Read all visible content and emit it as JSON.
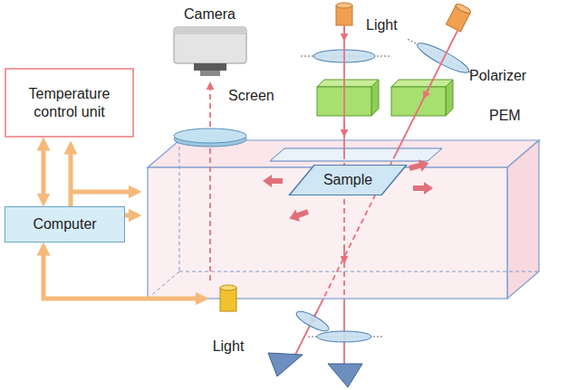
{
  "diagram": {
    "nodes": [
      {
        "text": [
          "Temperature control unit"
        ]
      },
      {
        "text": [
          "Computer"
        ]
      },
      {
        "text": [
          "Sample"
        ]
      },
      {
        "text": [
          "Light"
        ]
      }
    ],
    "edges": [
      {
        "from": 0,
        "to": 1,
        "arrow": "both"
      },
      {
        "from": 1,
        "to": 3,
        "arrow": "both"
      }
    ],
    "labels": [
      "Camera",
      "Light",
      "Polarizer",
      "Screen",
      "PEM"
    ]
  }
}
